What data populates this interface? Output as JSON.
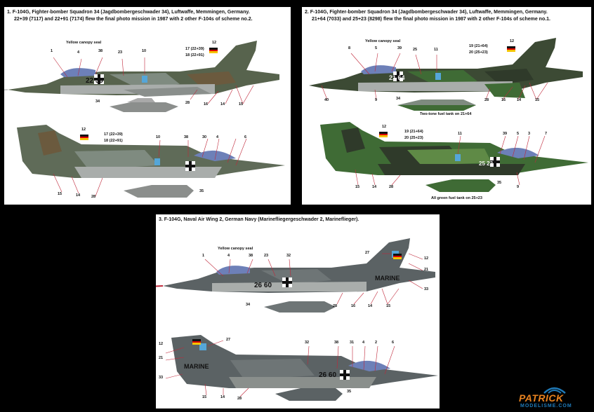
{
  "panels": [
    {
      "caption_line1": "1. F-104G, Fighter-bomber Squadron 34 (Jagdbombergeschwader 34), Luftwaffe, Memmingen, Germany.",
      "caption_line2": "22+39 (7117) and 22+91 (7174) flew the final photo mission in 1987 with 2 other F-104s of scheme no.2.",
      "canopy_note": "Yellow canopy seal",
      "top_codes": [
        "17 (22+39)",
        "18 (22+91)"
      ],
      "side_codes": [
        "17 (22+39)",
        "18 (22+91)"
      ],
      "serial": "22 39",
      "top_callouts": [
        "1",
        "4",
        "38",
        "23",
        "10",
        "12"
      ],
      "bottom_callouts_a": [
        "28",
        "16",
        "14",
        "15"
      ],
      "tank_callout": "34",
      "side_callouts": [
        "12",
        "10",
        "38",
        "30",
        "4",
        "6"
      ],
      "side_bottom_callouts": [
        "15",
        "14",
        "28"
      ],
      "tank2_callout": "35"
    },
    {
      "caption_line1": "2. F-104G, Fighter-bomber Squadron 34 (Jagdbombergeschwader 34), Luftwaffe, Memmingen, Germany.",
      "caption_line2": "21+64 (7033) and 25+23 (8298) flew the final photo mission in 1987 with 2 other F-104s of scheme no.1.",
      "canopy_note": "Yellow canopy seal",
      "top_codes": [
        "19 (21+64)",
        "20 (25+23)"
      ],
      "side_codes": [
        "19 (21+64)",
        "20 (25+23)"
      ],
      "serial": "21 64",
      "serial2": "25 23",
      "top_callouts": [
        "8",
        "5",
        "39",
        "25",
        "11",
        "12"
      ],
      "bottom_callouts_a": [
        "40",
        "9",
        "28",
        "16",
        "14",
        "15"
      ],
      "tank_callout": "34",
      "tank_note": "Two-tone fuel tank on 21+64",
      "side_callouts": [
        "12",
        "11",
        "39",
        "5",
        "3",
        "7"
      ],
      "side_bottom_callouts": [
        "15",
        "14",
        "28",
        "9"
      ],
      "tank2_callout": "35",
      "tank2_note": "All green fuel tank on 25+23"
    },
    {
      "caption_line1": "3. F-104G, Naval Air Wing 2, German Navy (Marinefliegergeschwader 2, Marineflieger).",
      "canopy_note": "Yellow canopy seal",
      "serial": "26 60",
      "marine": "MARINE",
      "top_callouts": [
        "1",
        "4",
        "38",
        "23",
        "32",
        "27",
        "12",
        "21",
        "33"
      ],
      "bottom_callouts_a": [
        "28",
        "16",
        "14",
        "15"
      ],
      "tank_callout": "34",
      "side_callouts": [
        "12",
        "27",
        "21",
        "33",
        "32",
        "38",
        "31",
        "4",
        "2",
        "6"
      ],
      "side_bottom_callouts": [
        "15",
        "14",
        "28"
      ],
      "tank2_callout": "35"
    }
  ],
  "logo": {
    "line1": "PATRICK",
    "line2": "MODELISME.COM"
  },
  "colors": {
    "camo_dark": "#3c4a34",
    "camo_grey": "#7f8b80",
    "camo_green": "#3f6b35",
    "camo_tan": "#6b5a3e",
    "belly": "#a9adab",
    "navy_dark": "#4b5153",
    "navy_mid": "#6e7576",
    "leader": "#c0283a",
    "logo_blue": "#1f7ab8",
    "logo_orange": "#e8821f"
  }
}
